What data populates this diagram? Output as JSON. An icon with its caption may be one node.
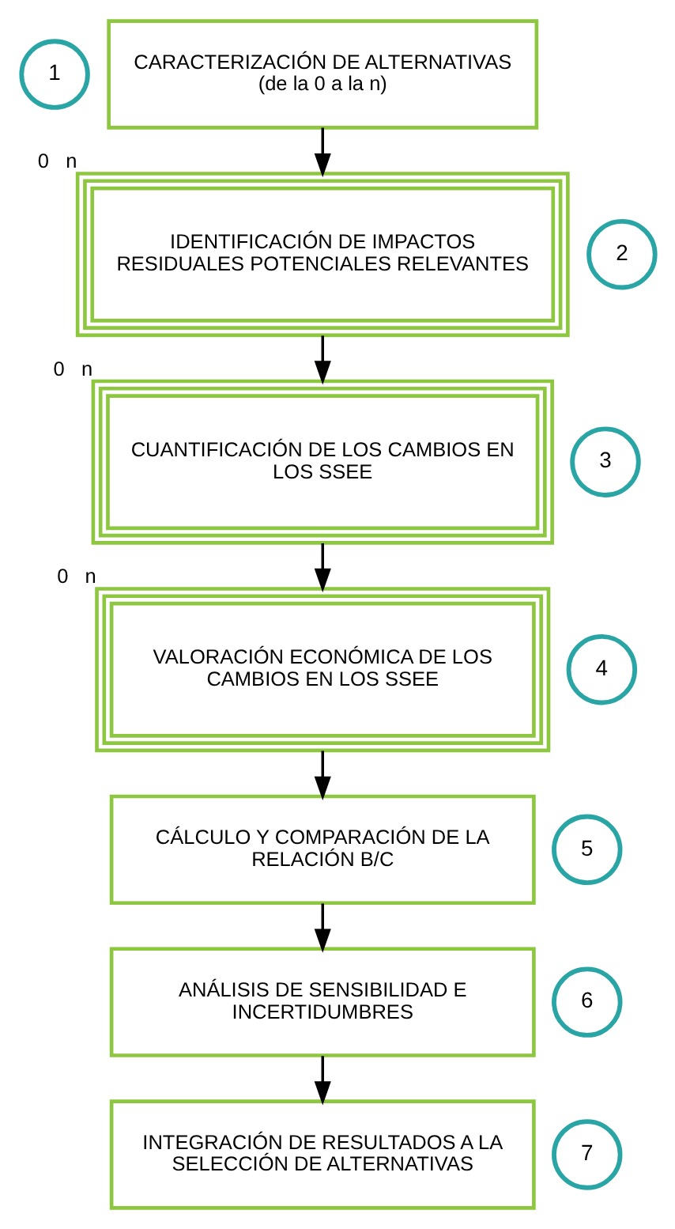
{
  "diagram": {
    "nodes": [
      {
        "text": [
          "1"
        ]
      },
      {
        "text": [
          "CARACTERIZACIÓN DE ALTERNATIVAS (de la 0 a la n)"
        ]
      },
      {
        "text": [
          "2"
        ]
      },
      {
        "text": [
          "IDENTIFICACIÓN DE IMPACTOS RESIDUALES POTENCIALES RELEVANTES"
        ],
        "beside": [
          "0",
          "n"
        ]
      },
      {
        "text": [
          "3"
        ]
      },
      {
        "text": [
          "CUANTIFICACIÓN DE LOS CAMBIOS EN LOS SSEE"
        ],
        "beside": [
          "0",
          "n"
        ]
      },
      {
        "text": [
          "4"
        ]
      },
      {
        "text": [
          "VALORACIÓN ECONÓMICA DE LOS CAMBIOS EN LOS SSEE"
        ],
        "beside": [
          "0",
          "n"
        ]
      },
      {
        "text": [
          "5"
        ]
      },
      {
        "text": [
          "CÁLCULO Y COMPARACIÓN DE LA RELACIÓN B/C"
        ]
      },
      {
        "text": [
          "6"
        ]
      },
      {
        "text": [
          "ANÁLISIS DE SENSIBILIDAD E INCERTIDUMBRES"
        ]
      },
      {
        "text": [
          "7"
        ]
      },
      {
        "text": [
          "INTEGRACIÓN DE RESULTADOS A LA SELECCIÓN DE ALTERNATIVAS"
        ]
      }
    ],
    "edges": [
      {
        "from": 1,
        "to": 3,
        "arrow": "to"
      },
      {
        "from": 3,
        "to": 5,
        "arrow": "to"
      },
      {
        "from": 5,
        "to": 7,
        "arrow": "to"
      },
      {
        "from": 7,
        "to": 9,
        "arrow": "to"
      },
      {
        "from": 9,
        "to": 11,
        "arrow": "to"
      },
      {
        "from": 11,
        "to": 13,
        "arrow": "to"
      }
    ]
  }
}
